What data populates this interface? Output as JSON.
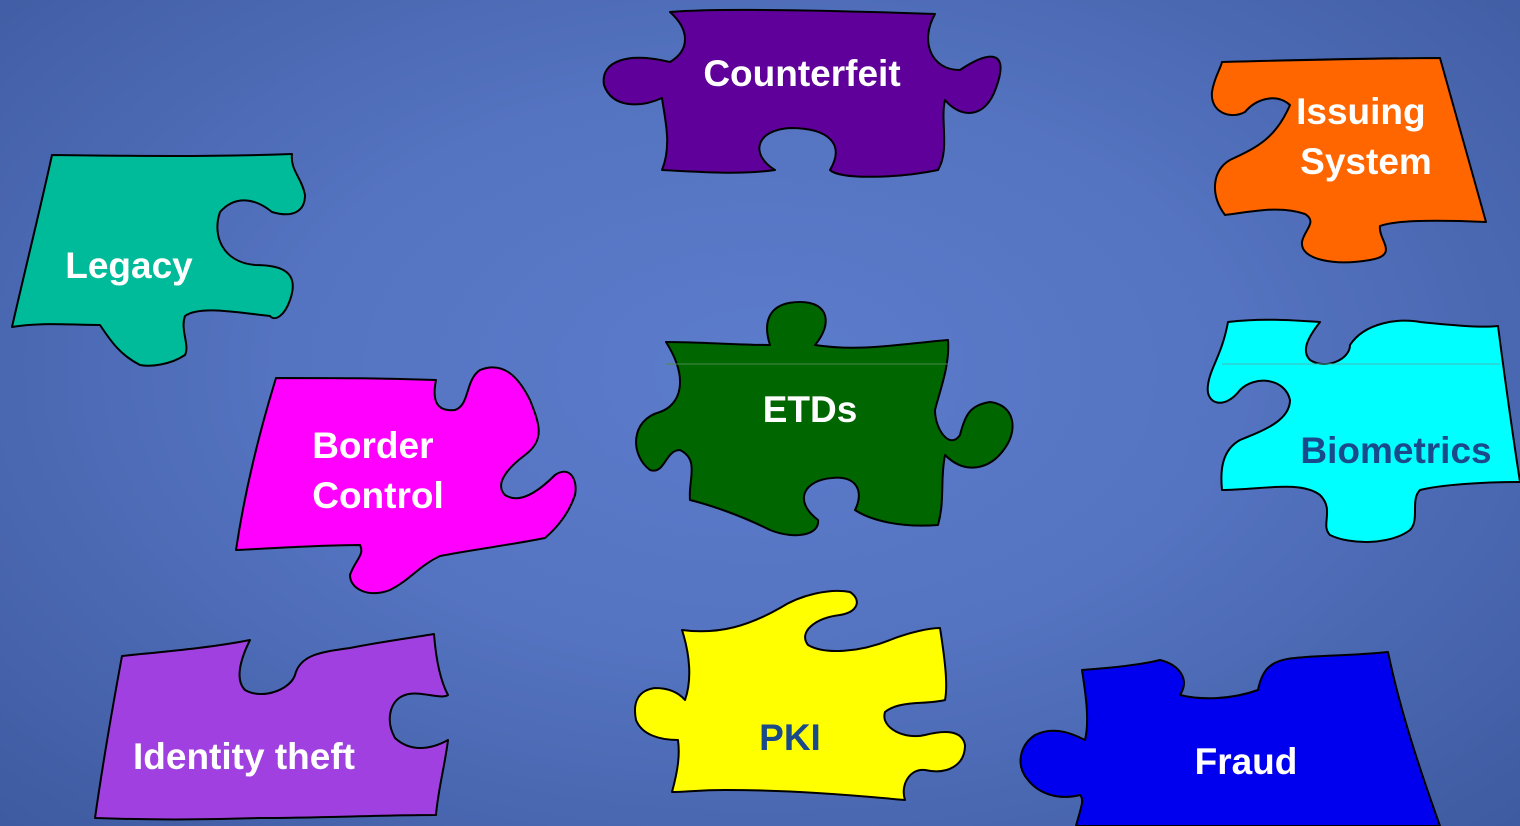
{
  "pieces": [
    {
      "key": "counterfeit",
      "lines": [
        "Counterfeit"
      ],
      "fill": "#5e0099",
      "text_color": "#ffffff"
    },
    {
      "key": "issuing_system",
      "lines": [
        "Issuing",
        "System"
      ],
      "fill": "#ff6600",
      "text_color": "#ffffff"
    },
    {
      "key": "legacy",
      "lines": [
        "Legacy"
      ],
      "fill": "#00bb99",
      "text_color": "#ffffff"
    },
    {
      "key": "etds",
      "lines": [
        "ETDs"
      ],
      "fill": "#006600",
      "text_color": "#ffffff"
    },
    {
      "key": "border_control",
      "lines": [
        "Border",
        "Control"
      ],
      "fill": "#ff00ff",
      "text_color": "#ffffff"
    },
    {
      "key": "biometrics",
      "lines": [
        "Biometrics"
      ],
      "fill": "#00ffff",
      "text_color": "#1a4a8a"
    },
    {
      "key": "identity_theft",
      "lines": [
        "Identity theft"
      ],
      "fill": "#a040e0",
      "text_color": "#ffffff"
    },
    {
      "key": "pki",
      "lines": [
        "PKI"
      ],
      "fill": "#ffff00",
      "text_color": "#1a4a8a"
    },
    {
      "key": "fraud",
      "lines": [
        "Fraud"
      ],
      "fill": "#0000ee",
      "text_color": "#ffffff"
    }
  ]
}
